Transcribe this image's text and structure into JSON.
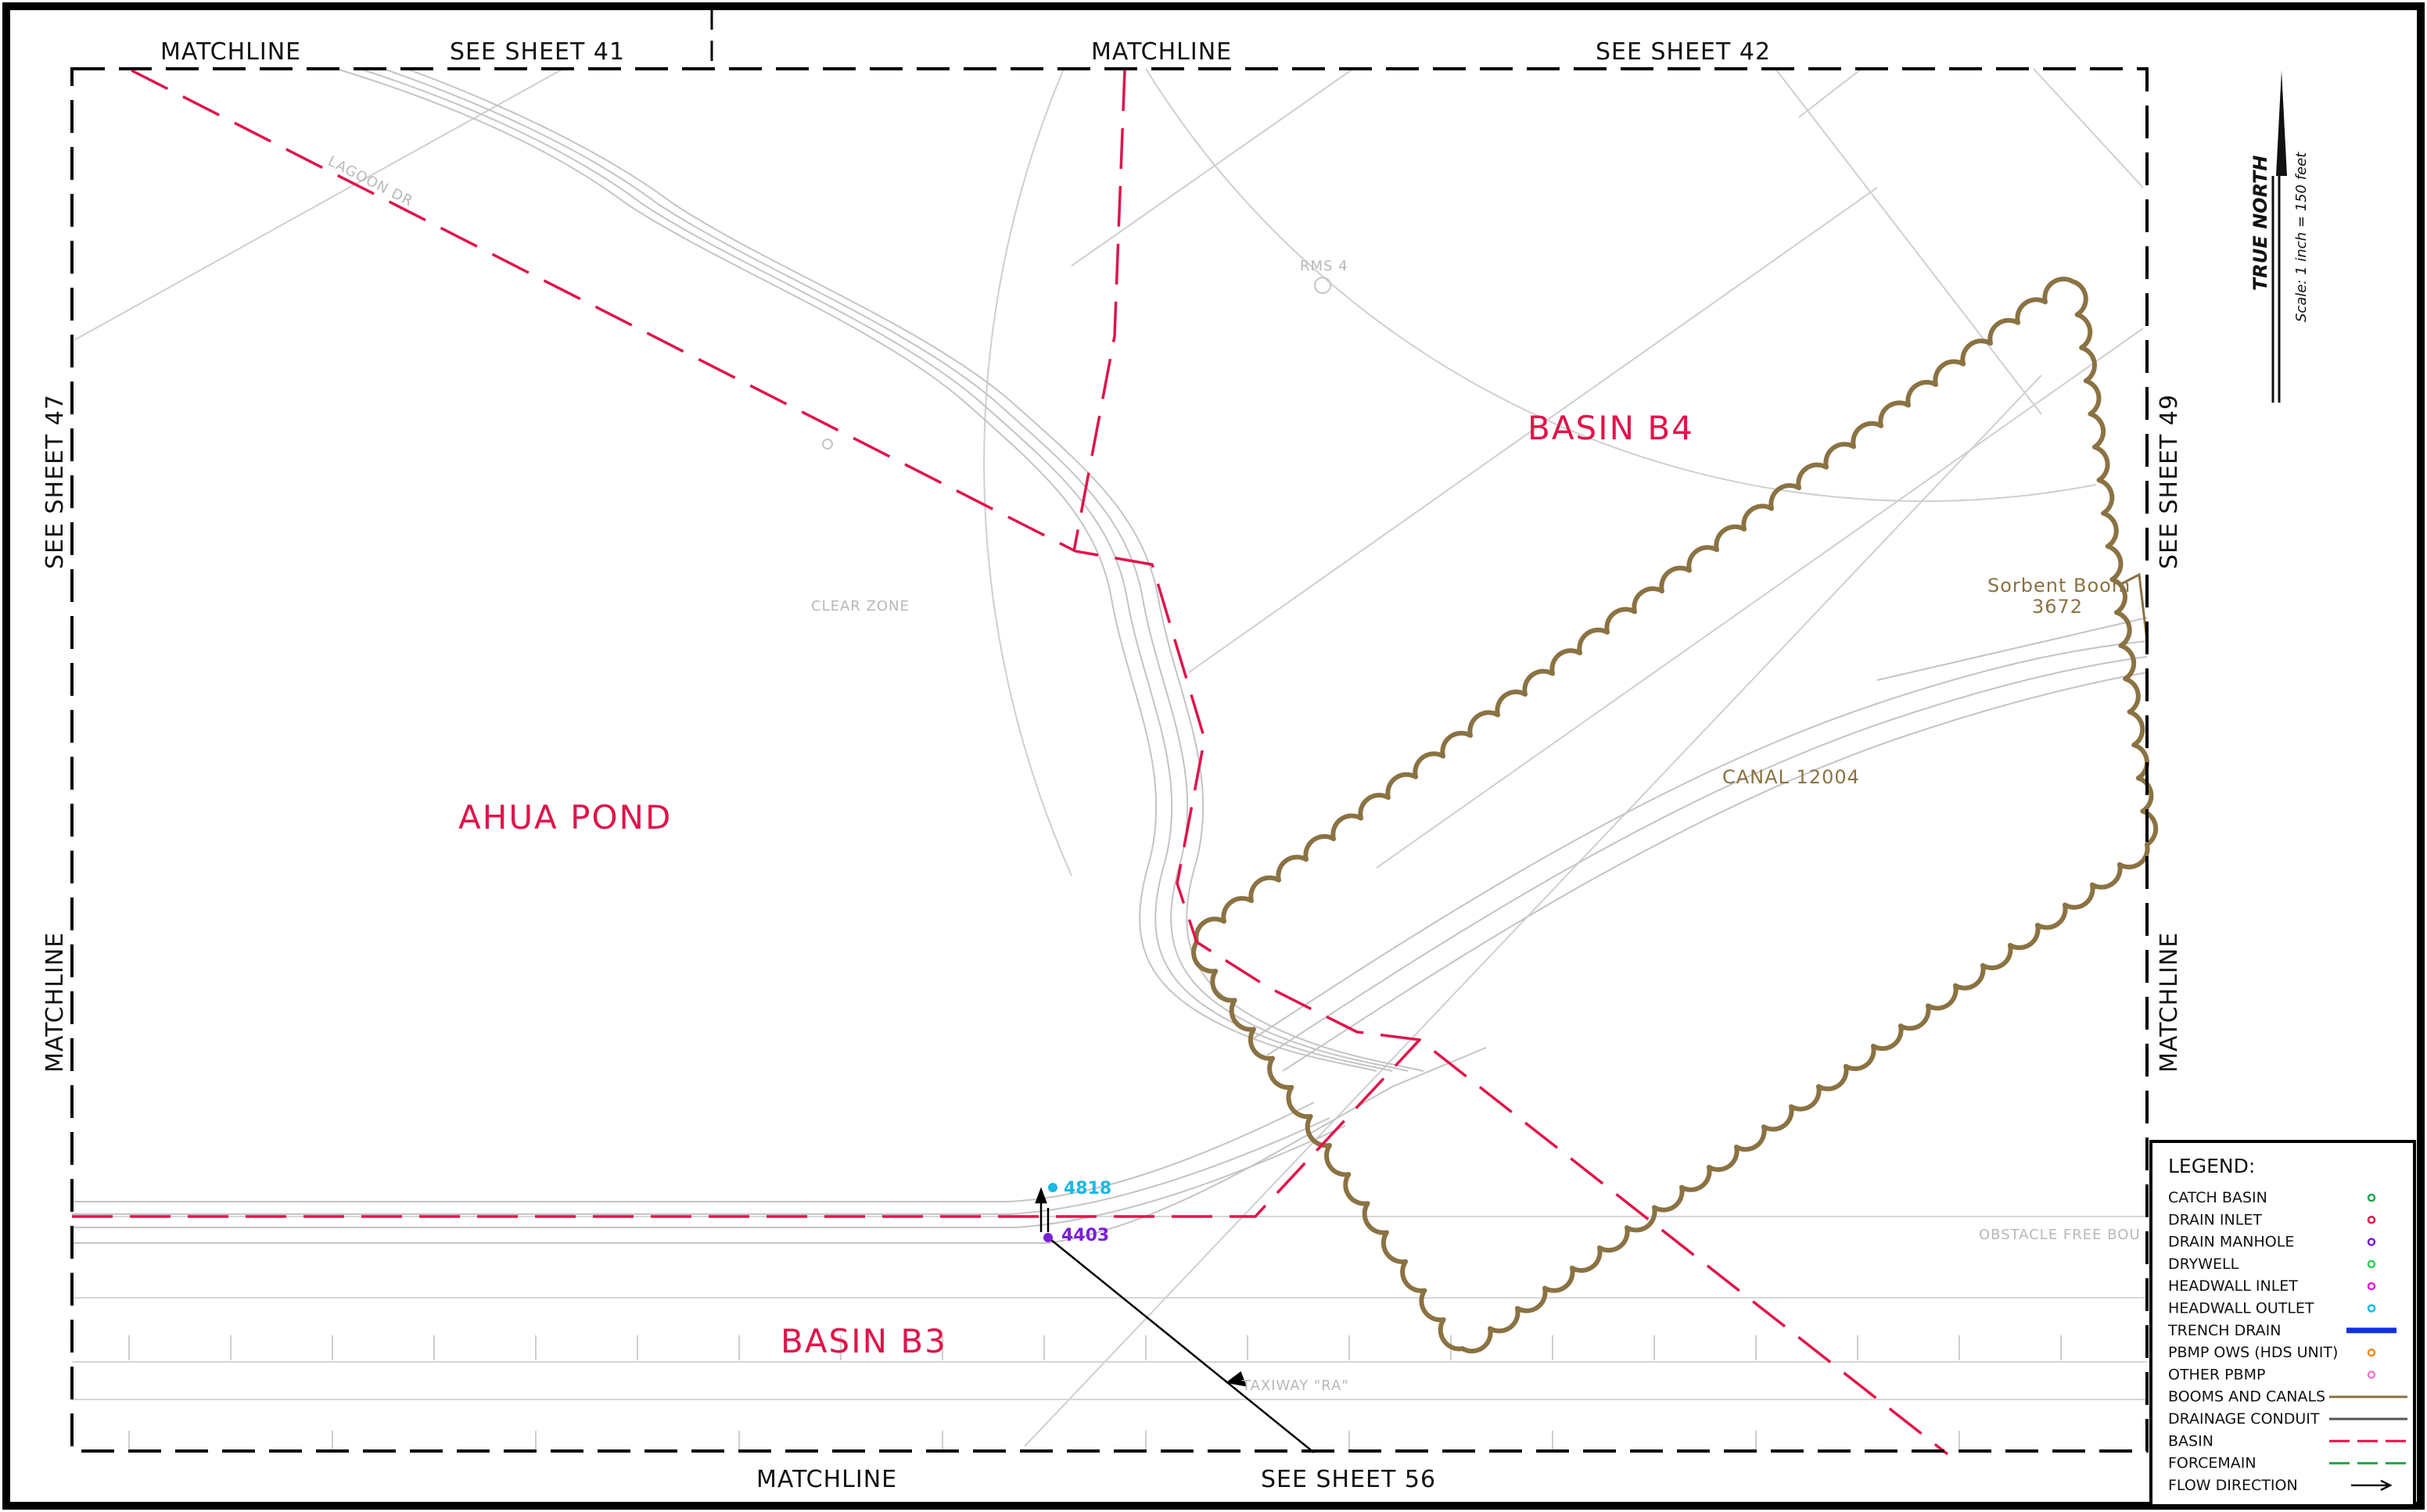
{
  "sheet": {
    "matchline_label": "MATCHLINE",
    "top_left_ref": "SEE SHEET 41",
    "top_right_ref": "SEE SHEET 42",
    "left_ref": "SEE SHEET 47",
    "right_ref": "SEE SHEET 49",
    "bottom_ref": "SEE SHEET 56"
  },
  "north_arrow": {
    "label": "TRUE NORTH",
    "scale": "Scale: 1 inch = 150 feet"
  },
  "map_labels": {
    "ahua_pond": "AHUA POND",
    "basin_b4": "BASIN B4",
    "basin_b3": "BASIN B3",
    "clear_zone": "CLEAR ZONE",
    "rms": "RMS 4",
    "canal": "CANAL 12004",
    "sorbent_boom": "Sorbent Boom",
    "sorbent_boom_id": "3672",
    "obstacle": "OBSTACLE FREE BOU",
    "taxiway": "TAXIWAY \"RA\"",
    "road": "LAGOON DR",
    "headwall_outlet_id": "4818",
    "drain_manhole_id": "4403"
  },
  "legend": {
    "title": "LEGEND:",
    "items": [
      {
        "label": "CATCH BASIN",
        "symbol": "circle",
        "color": "#1fa64a"
      },
      {
        "label": "DRAIN INLET",
        "symbol": "circle",
        "color": "#e0144a"
      },
      {
        "label": "DRAIN MANHOLE",
        "symbol": "circle",
        "color": "#7a1fd6"
      },
      {
        "label": "DRYWELL",
        "symbol": "circle",
        "color": "#2fcf4f"
      },
      {
        "label": "HEADWALL INLET",
        "symbol": "circle",
        "color": "#e01fd0"
      },
      {
        "label": "HEADWALL OUTLET",
        "symbol": "circle",
        "color": "#1ab8e6"
      },
      {
        "label": "TRENCH DRAIN",
        "symbol": "thick-line",
        "color": "#1030e0"
      },
      {
        "label": "PBMP OWS (HDS UNIT)",
        "symbol": "circle",
        "color": "#f08a1a"
      },
      {
        "label": "OTHER PBMP",
        "symbol": "circle",
        "color": "#f07ad0"
      },
      {
        "label": "BOOMS AND CANALS",
        "symbol": "line",
        "color": "#8a7242"
      },
      {
        "label": "DRAINAGE CONDUIT",
        "symbol": "line",
        "color": "#555555"
      },
      {
        "label": "BASIN",
        "symbol": "dash",
        "color": "#e0144a"
      },
      {
        "label": "FORCEMAIN",
        "symbol": "dash",
        "color": "#1fa64a"
      },
      {
        "label": "FLOW DIRECTION",
        "symbol": "arrow",
        "color": "#111111"
      }
    ]
  },
  "colors": {
    "basin": "#e0144a",
    "boom": "#8a7242",
    "conduit": "#c4c4c4",
    "frame": "#000000",
    "headwall_outlet": "#1ab8e6",
    "drain_manhole": "#7a1fd6"
  }
}
